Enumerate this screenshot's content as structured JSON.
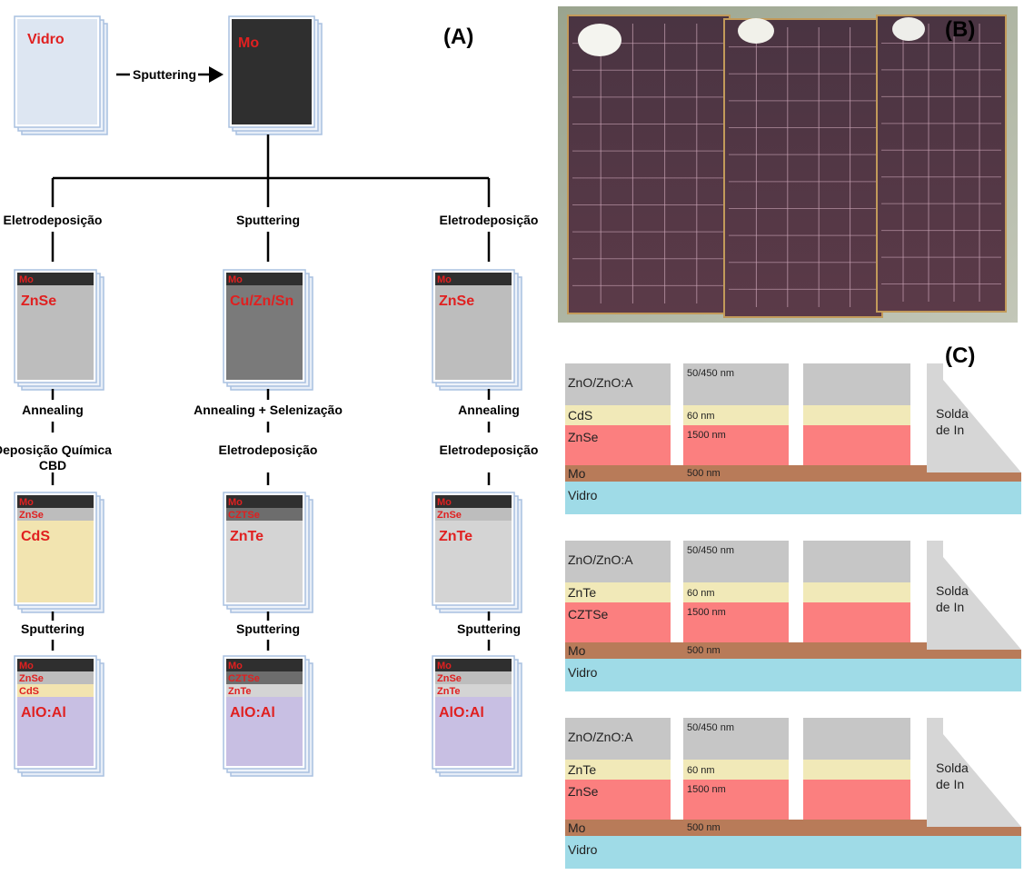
{
  "panel_a": {
    "label": "(A)",
    "top": {
      "vidro": "Vidro",
      "mo": "Mo",
      "arrow_label": "Sputtering"
    },
    "columns": [
      {
        "step1": "Eletrodeposição",
        "box1": {
          "top_layers": [
            "Mo"
          ],
          "main": "ZnSe"
        },
        "step2": [
          "Annealing"
        ],
        "step3": [
          "Deposição Química",
          "CBD"
        ],
        "box2": {
          "top_layers": [
            "Mo",
            "ZnSe"
          ],
          "main": "CdS"
        },
        "step4": "Sputtering",
        "box3": {
          "top_layers": [
            "Mo",
            "ZnSe",
            "CdS"
          ],
          "main": "AlO:Al"
        }
      },
      {
        "step1": "Sputtering",
        "box1": {
          "top_layers": [
            "Mo"
          ],
          "main": "Cu/Zn/Sn"
        },
        "step2": [
          "Annealing + Selenização"
        ],
        "step3": [
          "Eletrodeposição"
        ],
        "box2": {
          "top_layers": [
            "Mo",
            "CZTSe"
          ],
          "main": "ZnTe"
        },
        "step4": "Sputtering",
        "box3": {
          "top_layers": [
            "Mo",
            "CZTSe",
            "ZnTe"
          ],
          "main": "AlO:Al"
        }
      },
      {
        "step1": "Eletrodeposição",
        "box1": {
          "top_layers": [
            "Mo"
          ],
          "main": "ZnSe"
        },
        "step2": [
          "Annealing"
        ],
        "step3": [
          "Eletrodeposição"
        ],
        "box2": {
          "top_layers": [
            "Mo",
            "ZnSe"
          ],
          "main": "ZnTe"
        },
        "step4": "Sputtering",
        "box3": {
          "top_layers": [
            "Mo",
            "ZnSe",
            "ZnTe"
          ],
          "main": "AlO:Al"
        }
      }
    ]
  },
  "panel_b": {
    "label": "(B)"
  },
  "panel_c": {
    "label": "(C)",
    "stacks": [
      {
        "layers": [
          "ZnO/ZnO:A",
          "CdS",
          "ZnSe",
          "Mo",
          "Vidro"
        ],
        "thickness": [
          "50/450 nm",
          "60 nm",
          "1500 nm",
          "500 nm"
        ],
        "solder": [
          "Solda",
          "de In"
        ]
      },
      {
        "layers": [
          "ZnO/ZnO:A",
          "ZnTe",
          "CZTSe",
          "Mo",
          "Vidro"
        ],
        "thickness": [
          "50/450 nm",
          "60 nm",
          "1500 nm",
          "500 nm"
        ],
        "solder": [
          "Solda",
          "de In"
        ]
      },
      {
        "layers": [
          "ZnO/ZnO:A",
          "ZnTe",
          "ZnSe",
          "Mo",
          "Vidro"
        ],
        "thickness": [
          "50/450 nm",
          "60 nm",
          "1500 nm",
          "500 nm"
        ],
        "solder": [
          "Solda",
          "de In"
        ]
      }
    ]
  },
  "colors": {
    "label_red": "#e02020",
    "glass_box": "#dde6f2",
    "glass_edge": "#a9c0e0",
    "mo_dark": "#2f2f2f",
    "znse_gray": "#bdbdbd",
    "precursor_gray": "#7a7a7a",
    "cds_yellow": "#f2e4b0",
    "znte_lightgray": "#d4d4d4",
    "alo_purple": "#c8bfe3",
    "c_zno": "#c6c6c6",
    "c_buffer": "#f1e9b8",
    "c_absorber": "#fb7f7f",
    "c_mo": "#b87b59",
    "c_vidro": "#9fdbe7",
    "c_solder": "#d6d6d6"
  }
}
